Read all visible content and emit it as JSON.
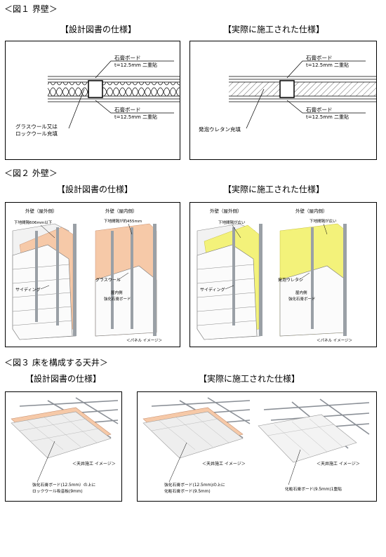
{
  "fig1": {
    "title": "＜図１ 界壁＞",
    "design_title": "【設計図書の仕様】",
    "actual_title": "【実際に施工された仕様】",
    "board_name": "石膏ボード",
    "board_spec": "t=12.5mm 二重貼",
    "wool_line1": "グラスウール又は",
    "wool_line2": "ロックウール充填",
    "urethane": "発泡ウレタン充填"
  },
  "fig2": {
    "title": "＜図２ 外壁＞",
    "design_title": "【設計図書の仕様】",
    "actual_title": "【実際に施工された仕様】",
    "outer_header": "外壁（屋外側）",
    "inner_header": "外壁（屋内側）",
    "stud_spacing_606": "下地間隔606mm以下",
    "stud_spacing_455": "下地間隔が約455mm",
    "stud_spacing_wide": "下地間隔が広い",
    "siding": "サイディング",
    "glass_wool": "グラスウール",
    "indoor_side": "屋内側",
    "reinforced_board": "強化石膏ボード",
    "foam_urethane": "発泡ウレタン",
    "panel_image": "＜パネル イメージ＞"
  },
  "fig3": {
    "title": "＜図３ 床を構成する天井＞",
    "design_title": "【設計図書の仕様】",
    "actual_title": "【実際に施工された仕様】",
    "ceiling_image": "＜天井施工 イメージ＞",
    "design_note_line1": "強化石膏ボード(12.5mm）の上に",
    "design_note_line2": "ロックウール吸音板(9mm)",
    "actual_note_line1": "強化石膏ボード(12.5mm)の上に",
    "actual_note_line2": "化粧石膏ボード(9.5mm)",
    "actual_note_single": "化粧石膏ボード(9.5mm)1重貼"
  }
}
